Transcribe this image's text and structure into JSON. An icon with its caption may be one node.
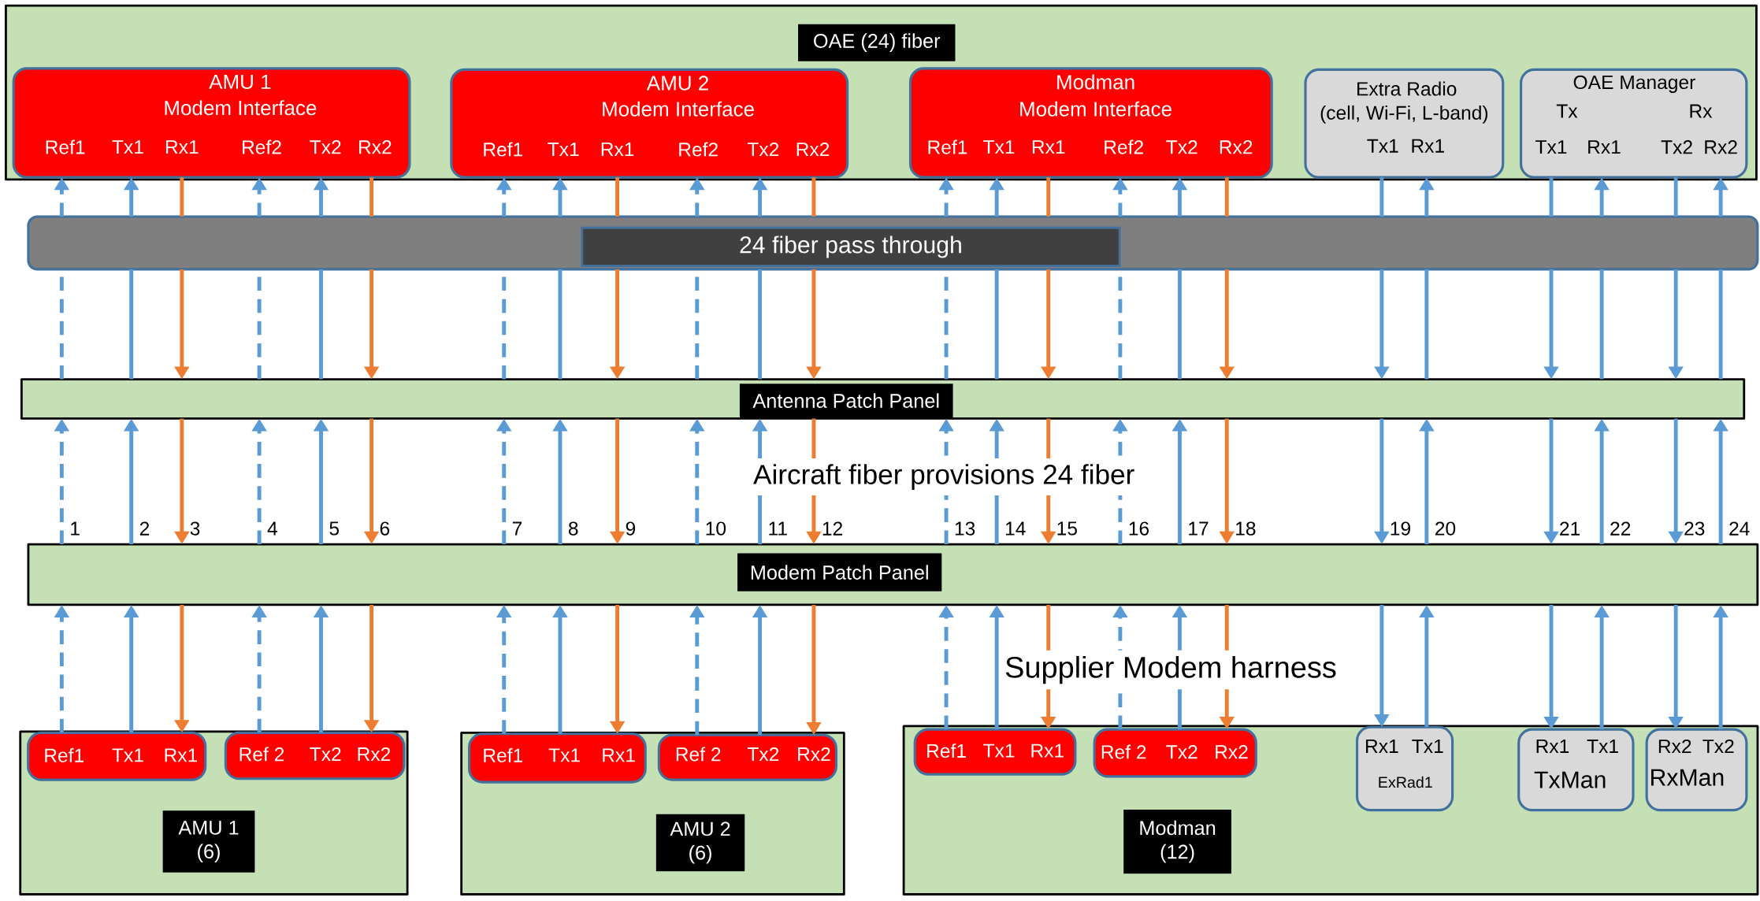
{
  "diagram": {
    "nodes": [
      {
        "text": [
          "OAE (24) fiber"
        ]
      },
      {
        "text": [
          "AMU 1",
          "Modem Interface",
          "Ref1",
          "Tx1",
          "Rx1",
          "Ref2",
          "Tx2",
          "Rx2"
        ],
        "in": 0
      },
      {
        "text": [
          "AMU 2",
          "Modem Interface",
          "Ref1",
          "Tx1",
          "Rx1",
          "Ref2",
          "Tx2",
          "Rx2"
        ],
        "in": 0
      },
      {
        "text": [
          "Modman",
          "Modem Interface",
          "Ref1",
          "Tx1",
          "Rx1",
          "Ref2",
          "Tx2",
          "Rx2"
        ],
        "in": 0
      },
      {
        "text": [
          "Extra Radio",
          "(cell, Wi-Fi, L-band)",
          "Tx1",
          "Rx1"
        ],
        "in": 0
      },
      {
        "text": [
          "OAE Manager",
          "Tx",
          "Rx",
          "Tx1",
          "Rx1",
          "Tx2",
          "Rx2"
        ],
        "in": 0
      },
      {
        "text": [
          "24 fiber pass through"
        ]
      },
      {
        "text": [
          "Antenna Patch Panel"
        ]
      },
      {
        "text": [
          "Modem Patch Panel"
        ]
      },
      {
        "text": [
          "AMU 1 (6)"
        ]
      },
      {
        "text": [
          "Ref1",
          "Tx1",
          "Rx1"
        ],
        "in": 9
      },
      {
        "text": [
          "Ref 2",
          "Tx2",
          "Rx2"
        ],
        "in": 9
      },
      {
        "text": [
          "AMU 2 (6)"
        ]
      },
      {
        "text": [
          "Ref1",
          "Tx1",
          "Rx1"
        ],
        "in": 12
      },
      {
        "text": [
          "Ref 2",
          "Tx2",
          "Rx2"
        ],
        "in": 12
      },
      {
        "text": [
          "Modman (12)"
        ]
      },
      {
        "text": [
          "Ref1",
          "Tx1",
          "Rx1"
        ],
        "in": 15
      },
      {
        "text": [
          "Ref 2",
          "Tx2",
          "Rx2"
        ],
        "in": 15
      },
      {
        "text": [
          "Rx1",
          "Tx1",
          "ExRad1"
        ],
        "in": 15
      },
      {
        "text": [
          "Rx1",
          "Tx1",
          "TxMan"
        ],
        "in": 15
      },
      {
        "text": [
          "Rx2",
          "Tx2",
          "RxMan"
        ],
        "in": 15
      }
    ],
    "edges": [
      {
        "from": 6,
        "to": 1,
        "arrow": "to",
        "style": "dashed"
      },
      {
        "from": 7,
        "to": 6,
        "arrow": "none",
        "style": "dashed"
      },
      {
        "from": 8,
        "to": 7,
        "arrow": "to",
        "label": "1",
        "style": "dashed"
      },
      {
        "from": 10,
        "to": 8,
        "arrow": "to",
        "style": "dashed"
      },
      {
        "from": 6,
        "to": 1,
        "arrow": "to"
      },
      {
        "from": 7,
        "to": 6,
        "arrow": "none"
      },
      {
        "from": 8,
        "to": 7,
        "arrow": "to",
        "label": "2"
      },
      {
        "from": 10,
        "to": 8,
        "arrow": "to"
      },
      {
        "from": 1,
        "to": 6,
        "arrow": "none",
        "color": "#ed7d31"
      },
      {
        "from": 6,
        "to": 7,
        "arrow": "to",
        "color": "#ed7d31"
      },
      {
        "from": 7,
        "to": 8,
        "arrow": "to",
        "label": "3",
        "color": "#ed7d31"
      },
      {
        "from": 8,
        "to": 10,
        "arrow": "to",
        "color": "#ed7d31"
      },
      {
        "from": 6,
        "to": 1,
        "arrow": "to",
        "style": "dashed"
      },
      {
        "from": 7,
        "to": 6,
        "arrow": "none",
        "style": "dashed"
      },
      {
        "from": 8,
        "to": 7,
        "arrow": "to",
        "label": "4",
        "style": "dashed"
      },
      {
        "from": 11,
        "to": 8,
        "arrow": "to",
        "style": "dashed"
      },
      {
        "from": 6,
        "to": 1,
        "arrow": "to"
      },
      {
        "from": 7,
        "to": 6,
        "arrow": "none"
      },
      {
        "from": 8,
        "to": 7,
        "arrow": "to",
        "label": "5"
      },
      {
        "from": 11,
        "to": 8,
        "arrow": "to"
      },
      {
        "from": 1,
        "to": 6,
        "arrow": "none",
        "color": "#ed7d31"
      },
      {
        "from": 6,
        "to": 7,
        "arrow": "to",
        "color": "#ed7d31"
      },
      {
        "from": 7,
        "to": 8,
        "arrow": "to",
        "label": "6",
        "color": "#ed7d31"
      },
      {
        "from": 8,
        "to": 11,
        "arrow": "to",
        "color": "#ed7d31"
      },
      {
        "from": 6,
        "to": 2,
        "arrow": "to",
        "style": "dashed"
      },
      {
        "from": 7,
        "to": 6,
        "arrow": "none",
        "style": "dashed"
      },
      {
        "from": 8,
        "to": 7,
        "arrow": "to",
        "label": "7",
        "style": "dashed"
      },
      {
        "from": 13,
        "to": 8,
        "arrow": "to",
        "style": "dashed"
      },
      {
        "from": 6,
        "to": 2,
        "arrow": "to"
      },
      {
        "from": 7,
        "to": 6,
        "arrow": "none"
      },
      {
        "from": 8,
        "to": 7,
        "arrow": "to",
        "label": "8"
      },
      {
        "from": 13,
        "to": 8,
        "arrow": "to"
      },
      {
        "from": 2,
        "to": 6,
        "arrow": "none",
        "color": "#ed7d31"
      },
      {
        "from": 6,
        "to": 7,
        "arrow": "to",
        "color": "#ed7d31"
      },
      {
        "from": 7,
        "to": 8,
        "arrow": "to",
        "label": "9",
        "color": "#ed7d31"
      },
      {
        "from": 8,
        "to": 13,
        "arrow": "to",
        "color": "#ed7d31"
      },
      {
        "from": 6,
        "to": 2,
        "arrow": "to",
        "style": "dashed"
      },
      {
        "from": 7,
        "to": 6,
        "arrow": "none",
        "style": "dashed"
      },
      {
        "from": 8,
        "to": 7,
        "arrow": "to",
        "label": "10",
        "style": "dashed"
      },
      {
        "from": 14,
        "to": 8,
        "arrow": "to",
        "style": "dashed"
      },
      {
        "from": 6,
        "to": 2,
        "arrow": "to"
      },
      {
        "from": 7,
        "to": 6,
        "arrow": "none"
      },
      {
        "from": 8,
        "to": 7,
        "arrow": "to",
        "label": "11"
      },
      {
        "from": 14,
        "to": 8,
        "arrow": "to"
      },
      {
        "from": 2,
        "to": 6,
        "arrow": "none",
        "color": "#ed7d31"
      },
      {
        "from": 6,
        "to": 7,
        "arrow": "to",
        "color": "#ed7d31"
      },
      {
        "from": 7,
        "to": 8,
        "arrow": "to",
        "label": "12",
        "color": "#ed7d31"
      },
      {
        "from": 8,
        "to": 14,
        "arrow": "to",
        "color": "#ed7d31"
      },
      {
        "from": 6,
        "to": 3,
        "arrow": "to",
        "style": "dashed"
      },
      {
        "from": 7,
        "to": 6,
        "arrow": "none",
        "style": "dashed"
      },
      {
        "from": 8,
        "to": 7,
        "arrow": "to",
        "label": "13",
        "style": "dashed"
      },
      {
        "from": 16,
        "to": 8,
        "arrow": "to",
        "style": "dashed"
      },
      {
        "from": 6,
        "to": 3,
        "arrow": "to"
      },
      {
        "from": 7,
        "to": 6,
        "arrow": "none"
      },
      {
        "from": 8,
        "to": 7,
        "arrow": "to",
        "label": "14"
      },
      {
        "from": 16,
        "to": 8,
        "arrow": "to"
      },
      {
        "from": 3,
        "to": 6,
        "arrow": "none",
        "color": "#ed7d31"
      },
      {
        "from": 6,
        "to": 7,
        "arrow": "to",
        "color": "#ed7d31"
      },
      {
        "from": 7,
        "to": 8,
        "arrow": "to",
        "label": "15",
        "color": "#ed7d31"
      },
      {
        "from": 8,
        "to": 16,
        "arrow": "to",
        "color": "#ed7d31"
      },
      {
        "from": 6,
        "to": 3,
        "arrow": "to",
        "style": "dashed"
      },
      {
        "from": 7,
        "to": 6,
        "arrow": "none",
        "style": "dashed"
      },
      {
        "from": 8,
        "to": 7,
        "arrow": "to",
        "label": "16",
        "style": "dashed"
      },
      {
        "from": 17,
        "to": 8,
        "arrow": "to",
        "style": "dashed"
      },
      {
        "from": 6,
        "to": 3,
        "arrow": "to"
      },
      {
        "from": 7,
        "to": 6,
        "arrow": "none"
      },
      {
        "from": 8,
        "to": 7,
        "arrow": "to",
        "label": "17"
      },
      {
        "from": 17,
        "to": 8,
        "arrow": "to"
      },
      {
        "from": 3,
        "to": 6,
        "arrow": "none",
        "color": "#ed7d31"
      },
      {
        "from": 6,
        "to": 7,
        "arrow": "to",
        "color": "#ed7d31"
      },
      {
        "from": 7,
        "to": 8,
        "arrow": "to",
        "label": "18",
        "color": "#ed7d31"
      },
      {
        "from": 8,
        "to": 17,
        "arrow": "to",
        "color": "#ed7d31"
      },
      {
        "from": 4,
        "to": 6,
        "arrow": "none"
      },
      {
        "from": 6,
        "to": 7,
        "arrow": "to"
      },
      {
        "from": 7,
        "to": 8,
        "arrow": "to",
        "label": "19"
      },
      {
        "from": 8,
        "to": 18,
        "arrow": "to"
      },
      {
        "from": 6,
        "to": 4,
        "arrow": "to"
      },
      {
        "from": 7,
        "to": 6,
        "arrow": "none"
      },
      {
        "from": 8,
        "to": 7,
        "arrow": "to",
        "label": "20"
      },
      {
        "from": 18,
        "to": 8,
        "arrow": "to"
      },
      {
        "from": 5,
        "to": 6,
        "arrow": "none"
      },
      {
        "from": 6,
        "to": 7,
        "arrow": "to"
      },
      {
        "from": 7,
        "to": 8,
        "arrow": "to",
        "label": "21"
      },
      {
        "from": 8,
        "to": 19,
        "arrow": "to"
      },
      {
        "from": 6,
        "to": 5,
        "arrow": "to"
      },
      {
        "from": 7,
        "to": 6,
        "arrow": "none"
      },
      {
        "from": 8,
        "to": 7,
        "arrow": "to",
        "label": "22"
      },
      {
        "from": 19,
        "to": 8,
        "arrow": "to"
      },
      {
        "from": 5,
        "to": 6,
        "arrow": "none"
      },
      {
        "from": 6,
        "to": 7,
        "arrow": "to"
      },
      {
        "from": 7,
        "to": 8,
        "arrow": "to",
        "label": "23"
      },
      {
        "from": 8,
        "to": 20,
        "arrow": "to"
      },
      {
        "from": 6,
        "to": 5,
        "arrow": "to"
      },
      {
        "from": 7,
        "to": 6,
        "arrow": "none"
      },
      {
        "from": 8,
        "to": 7,
        "arrow": "to",
        "label": "24"
      },
      {
        "from": 20,
        "to": 8,
        "arrow": "to"
      }
    ],
    "labels": [
      "Aircraft fiber provisions 24 fiber",
      "Supplier Modem harness"
    ]
  }
}
